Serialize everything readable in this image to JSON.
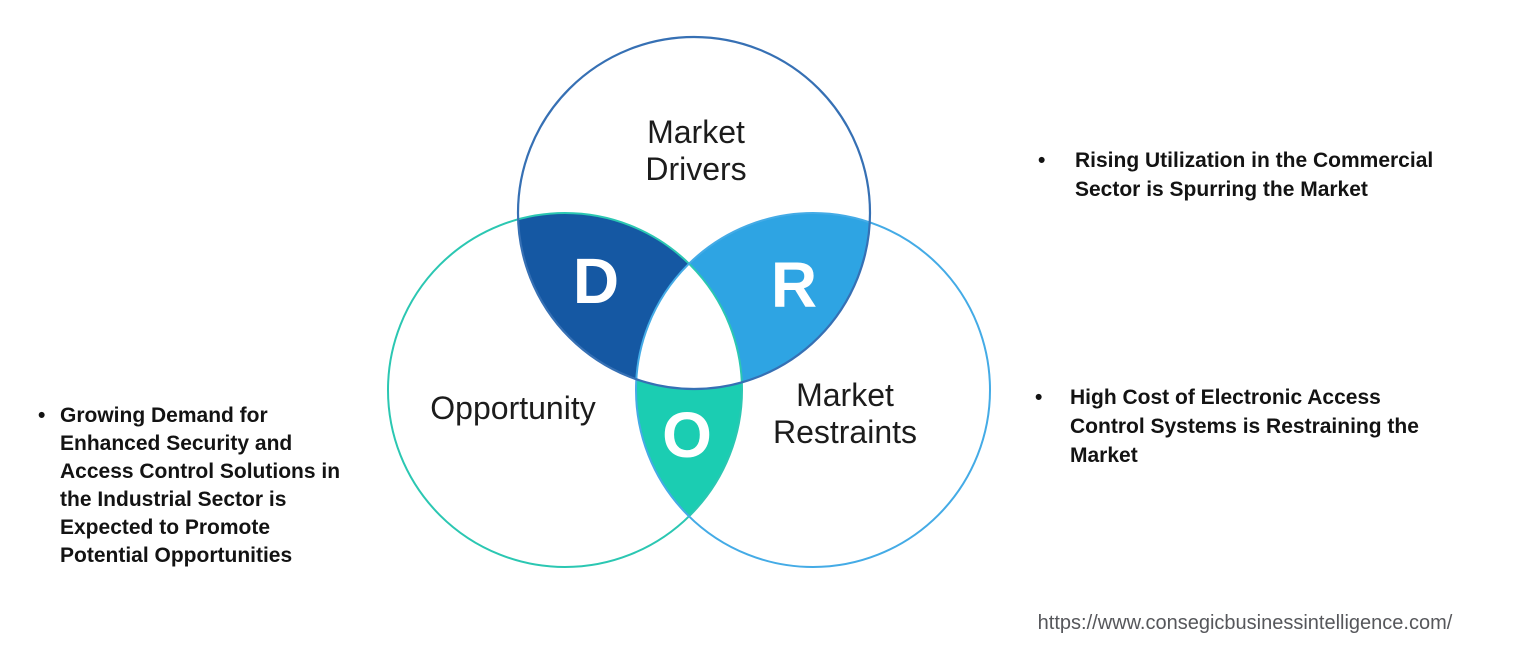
{
  "venn": {
    "drivers": {
      "label": "Market\nDrivers",
      "letter": "D",
      "lens_fill": "#1558A3",
      "circle_stroke": "#3670B4"
    },
    "restraints": {
      "label": "Market\nRestraints",
      "letter": "R",
      "lens_fill": "#2EA4E3",
      "circle_stroke": "#44ABE6"
    },
    "opportunity": {
      "label": "Opportunity",
      "letter": "O",
      "lens_fill": "#1BCDB2",
      "circle_stroke": "#2BC7B2"
    },
    "center_fill": "#FFFFFF"
  },
  "notes": {
    "left": {
      "bullet": "•",
      "text": "Growing Demand for\nEnhanced Security and\nAccess Control Solutions in\nthe Industrial Sector is\nExpected to Promote\nPotential Opportunities"
    },
    "right_top": {
      "bullet": "•",
      "text": "Rising Utilization in the Commercial\nSector is Spurring the Market"
    },
    "right_bottom": {
      "bullet": "•",
      "text": "High Cost of Electronic Access\nControl Systems is Restraining the\nMarket"
    }
  },
  "footer": {
    "url": "https://www.consegicbusinessintelligence.com/"
  }
}
